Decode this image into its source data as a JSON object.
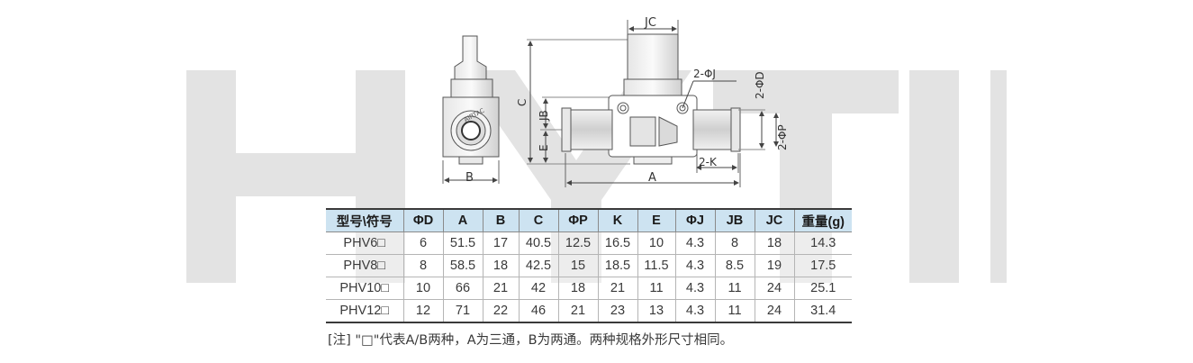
{
  "watermark": {
    "text": "HYTIC",
    "color": "#e3e3e3"
  },
  "dimension_labels": {
    "jc": "JC",
    "c": "C",
    "jb": "JB",
    "e": "E",
    "b": "B",
    "a": "A",
    "k2": "2-K",
    "phi_j2": "2-ΦJ",
    "phi_d2": "2-ΦD",
    "phi_p2": "2-ΦP",
    "brand": "AIRTAC"
  },
  "table": {
    "headers": [
      "型号\\符号",
      "ΦD",
      "A",
      "B",
      "C",
      "ΦP",
      "K",
      "E",
      "ΦJ",
      "JB",
      "JC",
      "重量(g)"
    ],
    "rows": [
      [
        "PHV6□",
        "6",
        "51.5",
        "17",
        "40.5",
        "12.5",
        "16.5",
        "10",
        "4.3",
        "8",
        "18",
        "14.3"
      ],
      [
        "PHV8□",
        "8",
        "58.5",
        "18",
        "42.5",
        "15",
        "18.5",
        "11.5",
        "4.3",
        "8.5",
        "19",
        "17.5"
      ],
      [
        "PHV10□",
        "10",
        "66",
        "21",
        "42",
        "18",
        "21",
        "11",
        "4.3",
        "11",
        "24",
        "25.1"
      ],
      [
        "PHV12□",
        "12",
        "71",
        "22",
        "46",
        "21",
        "23",
        "13",
        "4.3",
        "11",
        "24",
        "31.4"
      ]
    ],
    "header_color": "#cde3f1"
  },
  "note": "[注] \"□\"代表A/B两种，A为三通，B为两通。两种规格外形尺寸相同。"
}
